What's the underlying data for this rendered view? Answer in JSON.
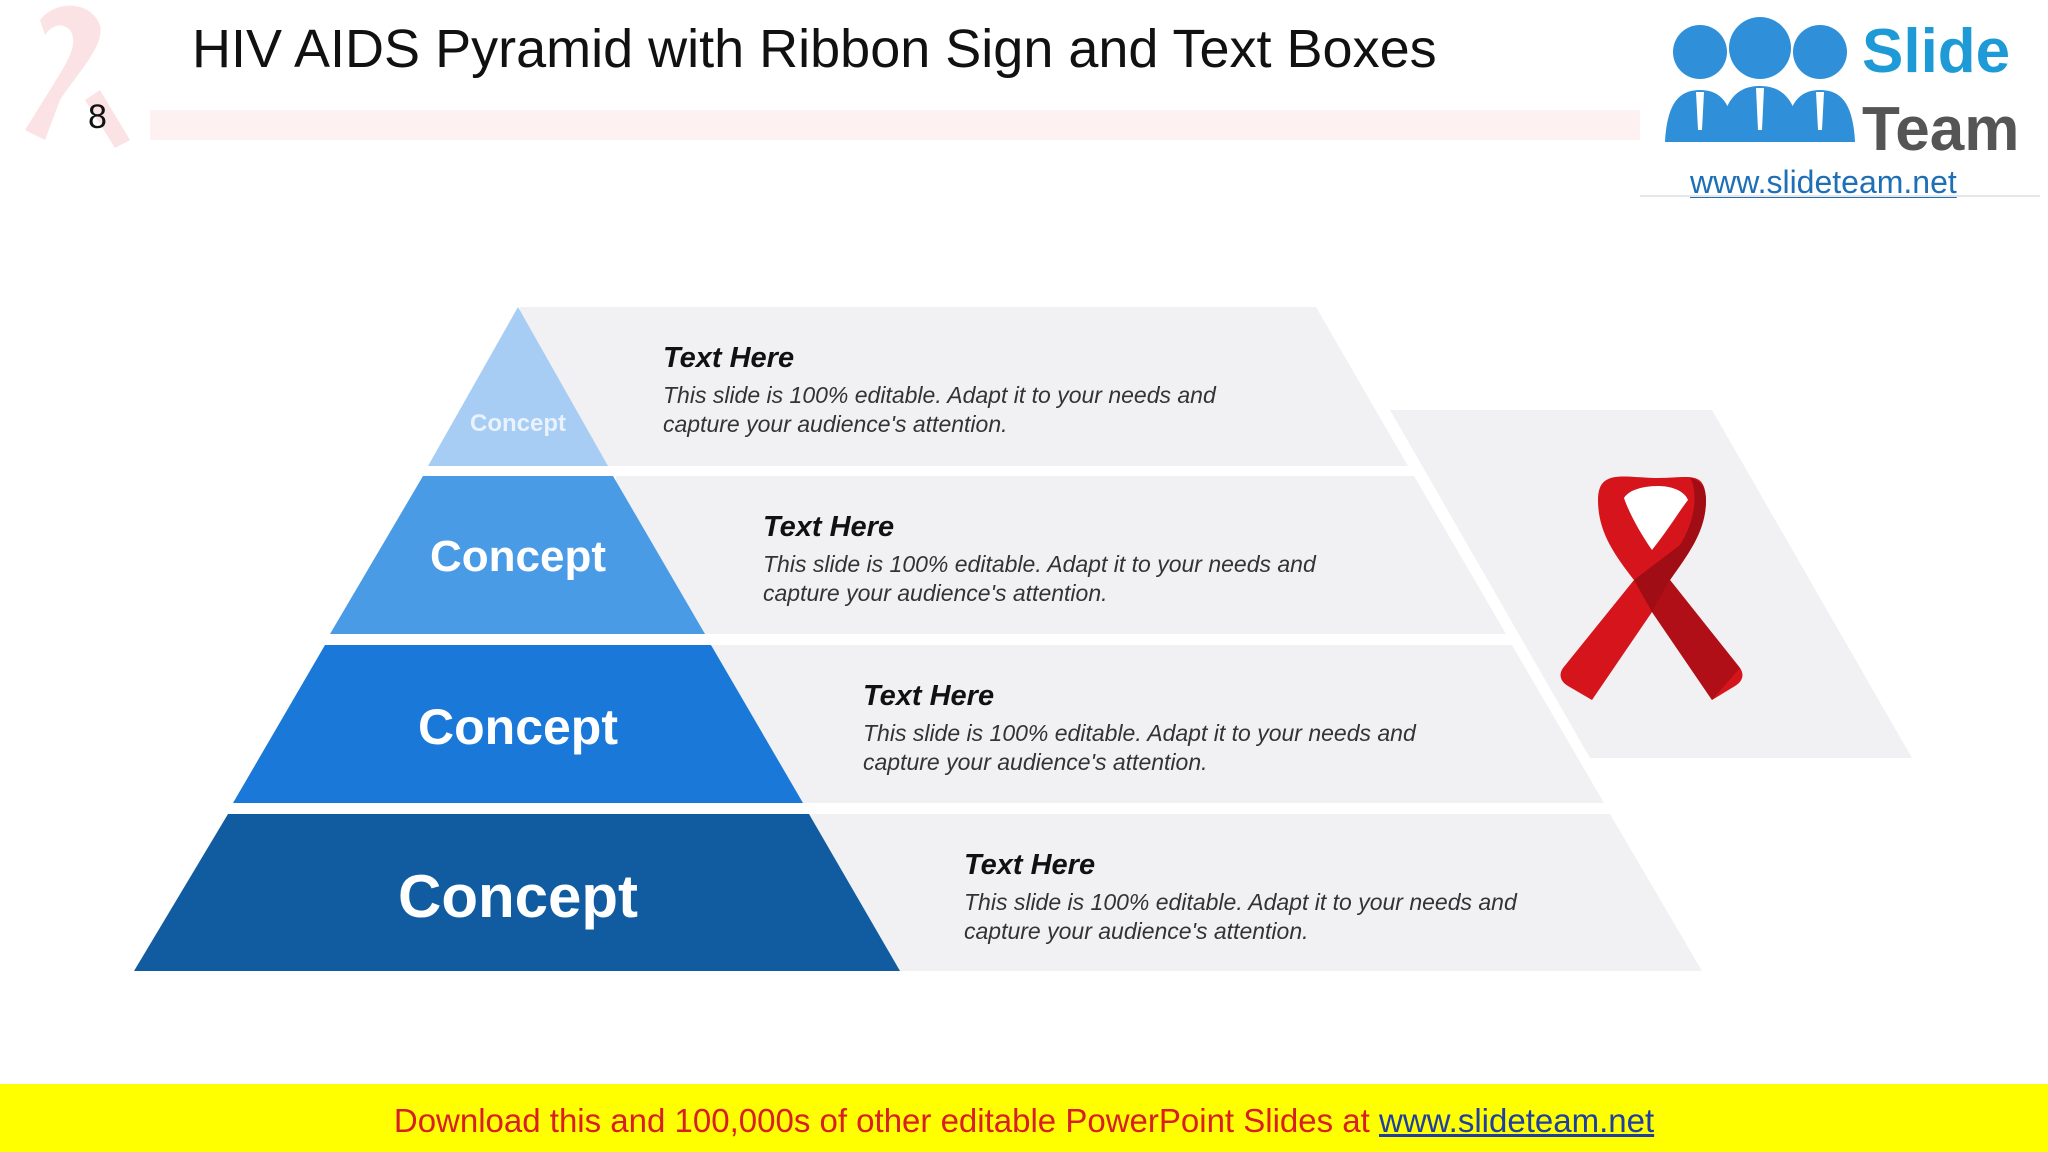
{
  "header": {
    "title": "HIV AIDS Pyramid with Ribbon Sign and Text Boxes",
    "slide_number": "8"
  },
  "logo": {
    "word1": "Slide",
    "word2": "Team",
    "url": "www.slideteam.net"
  },
  "pyramid": {
    "levels": [
      {
        "concept": "Concept",
        "heading": "Text Here",
        "body": "This slide is 100% editable. Adapt it to your needs and capture your audience's attention.",
        "color": "#a7cdf5"
      },
      {
        "concept": "Concept",
        "heading": "Text Here",
        "body": "This slide is 100% editable. Adapt it to your needs and capture your audience's attention.",
        "color": "#4a9be6"
      },
      {
        "concept": "Concept",
        "heading": "Text Here",
        "body": "This slide is 100% editable. Adapt it to your needs and capture your audience's attention.",
        "color": "#1a78d8"
      },
      {
        "concept": "Concept",
        "heading": "Text Here",
        "body": "This slide is 100% editable. Adapt it to your needs and capture your audience's attention.",
        "color": "#115ca0"
      }
    ],
    "panel_color": "#f1f0f3",
    "ribbon_icon": "red-ribbon-icon",
    "ribbon_color": "#d6141c"
  },
  "footer": {
    "text": "Download this and 100,000s of other editable PowerPoint Slides at ",
    "link": "www.slideteam.net",
    "background": "#ffff00",
    "text_color": "#d81f26"
  }
}
